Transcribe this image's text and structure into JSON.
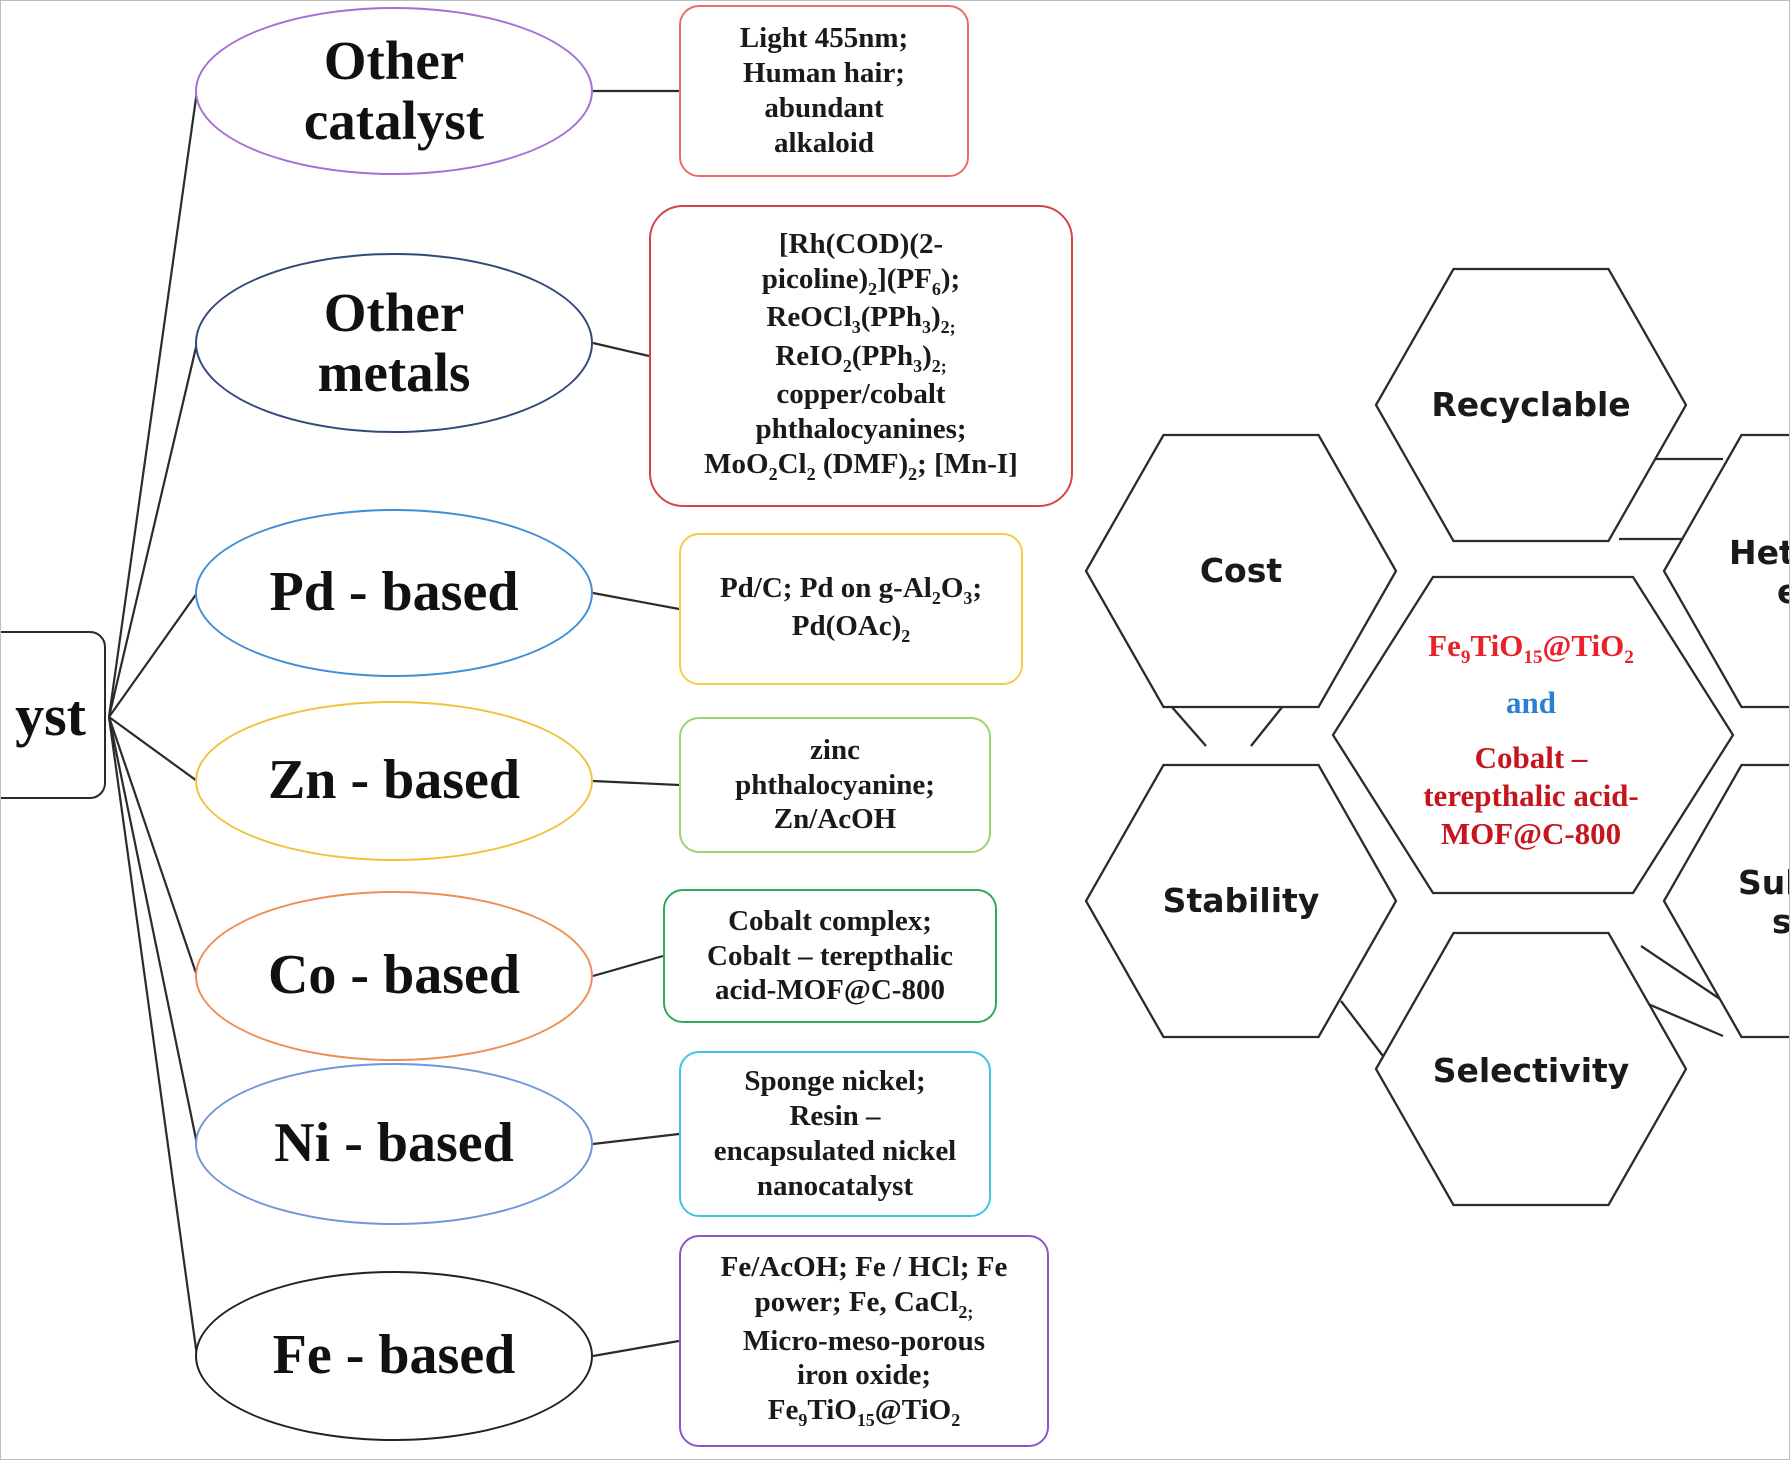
{
  "diagram": {
    "root_label": "yst",
    "categories": [
      {
        "id": "other-catalyst",
        "label": "Other\ncatalyst",
        "color": "#a46fd6",
        "details_color": "#ef6b6b",
        "details": [
          "Light 455nm;",
          "Human hair;",
          "abundant",
          "alkaloid"
        ]
      },
      {
        "id": "other-metals",
        "label": "Other\nmetals",
        "color": "#33497a",
        "details_color": "#d64545",
        "details": [
          "[Rh(COD)(2-",
          "picoline)<sub>2</sub>](PF<sub>6</sub>);",
          "ReOCl<sub>3</sub>(PPh<sub>3</sub>)<sub>2;</sub>",
          "ReIO<sub>2</sub>(PPh<sub>3</sub>)<sub>2;</sub>",
          "copper/cobalt",
          "phthalocyanines;",
          "MoO<sub>2</sub>Cl<sub>2</sub> (DMF)<sub>2</sub>; [Mn-I]"
        ]
      },
      {
        "id": "pd-based",
        "label": "Pd - based",
        "color": "#3f8ed6",
        "details_color": "#f3cd45",
        "details": [
          "Pd/C; Pd on g-Al<sub>2</sub>O<sub>3</sub>;",
          "Pd(OAc)<sub>2</sub>"
        ]
      },
      {
        "id": "zn-based",
        "label": "Zn - based",
        "color": "#f0c23c",
        "details_color": "#9fd36b",
        "details": [
          "zinc",
          "phthalocyanine;",
          "Zn/AcOH"
        ]
      },
      {
        "id": "co-based",
        "label": "Co - based",
        "color": "#ec8f57",
        "details_color": "#31a95b",
        "details": [
          "Cobalt complex;",
          "Cobalt – terepthalic",
          "acid-MOF@C-800"
        ]
      },
      {
        "id": "ni-based",
        "label": "Ni - based",
        "color": "#6f96d9",
        "details_color": "#41c3e4",
        "details": [
          "Sponge nickel;",
          "Resin –",
          "encapsulated nickel",
          "nanocatalyst"
        ]
      },
      {
        "id": "fe-based",
        "label": "Fe - based",
        "color": "#222222",
        "details_color": "#8e55c7",
        "details": [
          "Fe/AcOH; Fe / HCl; Fe",
          "power; Fe, CaCl<sub>2;</sub>",
          "Micro-meso-porous",
          "iron oxide;",
          "Fe<sub>9</sub>TiO<sub>15</sub>@TiO<sub>2</sub>"
        ]
      }
    ]
  },
  "hexagons": {
    "stroke_color": "#2b2b2b",
    "recyclable": "Recyclable",
    "cost": "Cost",
    "stability": "Stability",
    "selectivity": "Selectivity",
    "right_top_clipped": "Het",
    "right_top_clipped_line2": "e",
    "right_bottom_clipped": "Sub",
    "right_bottom_clipped_line2": "s",
    "center": {
      "line1": "Fe<sub>9</sub>TiO<sub>15</sub>@TiO<sub>2</sub>",
      "line2": "and",
      "line3": "Cobalt –",
      "line4": "terepthalic acid-",
      "line5": "MOF@C-800",
      "color_primary": "#e8212a",
      "color_and": "#2a7fd4",
      "color_cobalt": "#c4161c"
    }
  }
}
